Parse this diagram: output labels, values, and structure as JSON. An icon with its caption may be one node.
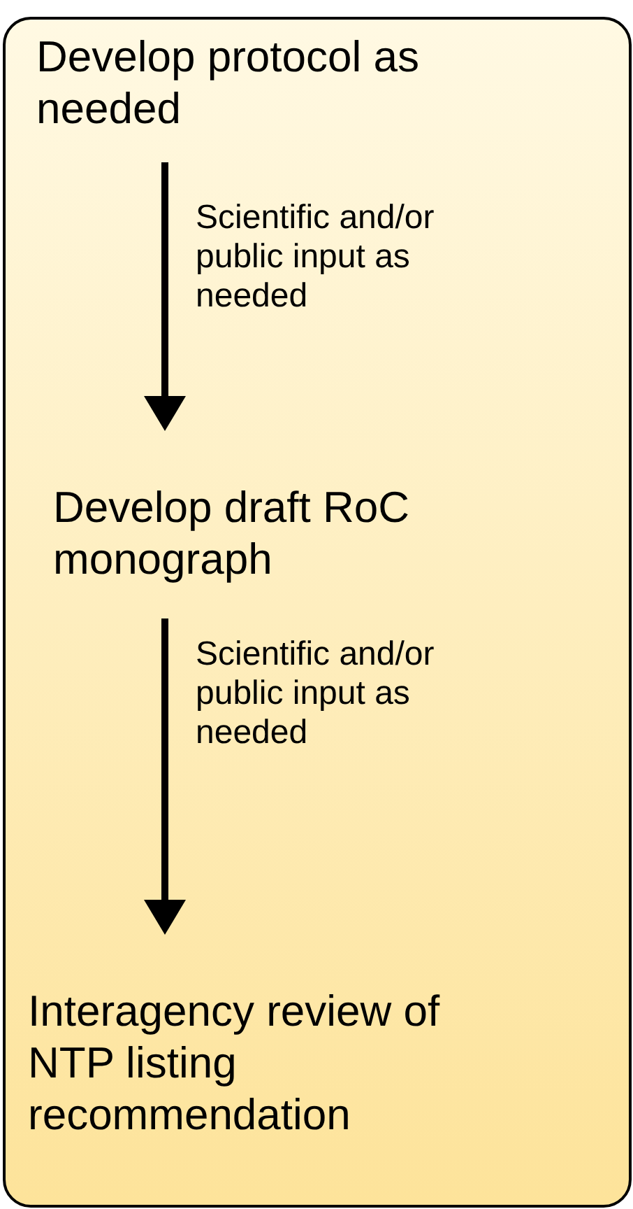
{
  "diagram": {
    "nodes": [
      {
        "text": [],
        "shape": "box"
      },
      {
        "text": [
          "Develop protocol as needed"
        ],
        "in": 0
      },
      {
        "text": [
          "Develop draft RoC monograph"
        ],
        "in": 0
      },
      {
        "text": [
          "Interagency review of NTP listing recommendation"
        ],
        "in": 0
      }
    ],
    "edges": [
      {
        "from": 1,
        "to": 2,
        "arrow": "to",
        "label": "Scientific and/or public input as needed"
      },
      {
        "from": 2,
        "to": 3,
        "arrow": "to",
        "label": "Scientific and/or public input as needed"
      }
    ]
  }
}
